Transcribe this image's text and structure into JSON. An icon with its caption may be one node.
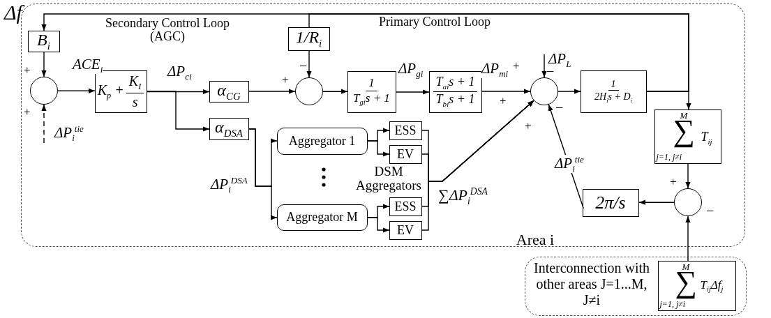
{
  "diagram": {
    "nodes": [
      {
        "text": [
          "Area i"
        ]
      },
      {
        "text": [
          "Interconnection with other areas J=1...M, J≠i"
        ]
      },
      {
        "text": [
          "B$_{i}$"
        ],
        "in": 0
      },
      {
        "text": [],
        "shape": "circle",
        "in": 0
      },
      {
        "text": [
          "K$_{p}$ +",
          "K$_{I}$",
          "s"
        ],
        "in": 0
      },
      {
        "text": [
          "α$_{CG}$"
        ],
        "in": 0
      },
      {
        "text": [
          "α$_{DSA}$"
        ],
        "in": 0
      },
      {
        "text": [],
        "shape": "circle",
        "in": 0
      },
      {
        "text": [
          "1/R$_{i}$"
        ],
        "in": 0
      },
      {
        "text": [
          "1",
          "T$_{gi}$s + 1"
        ],
        "in": 0
      },
      {
        "text": [
          "T$_{ai}$s + 1",
          "T$_{bi}$s + 1"
        ],
        "in": 0
      },
      {
        "text": [],
        "shape": "circle",
        "in": 0
      },
      {
        "text": [
          "Aggregator 1"
        ],
        "in": 0
      },
      {
        "text": [
          "ESS"
        ],
        "in": 0
      },
      {
        "text": [
          "EV"
        ],
        "in": 0
      },
      {
        "text": [
          "Aggregator M"
        ],
        "in": 0
      },
      {
        "text": [
          "ESS"
        ],
        "in": 0
      },
      {
        "text": [
          "EV"
        ],
        "in": 0
      },
      {
        "text": [
          "1",
          "2H$_{i}$s + D$_{i}$"
        ],
        "in": 0
      },
      {
        "text": [
          "M",
          "∑",
          "T$_{ij}$",
          "j=1, j≠i"
        ],
        "in": 0
      },
      {
        "text": [],
        "shape": "circle",
        "in": 0
      },
      {
        "text": [
          "2π/s"
        ],
        "in": 0
      },
      {
        "text": [
          "M",
          "∑",
          "T$_{ij}$Δf$_{j}$",
          "j=1, j≠i"
        ],
        "in": 1
      }
    ],
    "edges": [
      {
        "from": 18,
        "to": 2,
        "arrow": "to"
      },
      {
        "from": 18,
        "to": 8,
        "arrow": "none"
      },
      {
        "from": 18,
        "to": 19,
        "arrow": "to"
      },
      {
        "from": 2,
        "to": 3,
        "arrow": "to"
      },
      {
        "from": null,
        "to": 3,
        "arrow": "to",
        "style": "dashed",
        "label": "ΔP$_{i}$$^{tie}$"
      },
      {
        "from": 3,
        "to": 4,
        "arrow": "to",
        "label": "ACE$_{i}$"
      },
      {
        "from": 4,
        "to": 5,
        "arrow": "to",
        "label": "ΔP$_{ci}$"
      },
      {
        "from": 4,
        "to": 6,
        "arrow": "to"
      },
      {
        "from": 5,
        "to": 7,
        "arrow": "to"
      },
      {
        "from": 8,
        "to": 7,
        "arrow": "to"
      },
      {
        "from": 7,
        "to": 9,
        "arrow": "to"
      },
      {
        "from": 9,
        "to": 10,
        "arrow": "to",
        "label": "ΔP$_{gi}$"
      },
      {
        "from": 10,
        "to": 11,
        "arrow": "to",
        "label": "ΔP$_{mi}$"
      },
      {
        "from": null,
        "to": 11,
        "arrow": "to",
        "label": "ΔP$_{L}$"
      },
      {
        "from": 6,
        "to": 12,
        "arrow": "to",
        "label": "ΔP$_{i}$$^{DSA}$"
      },
      {
        "from": 6,
        "to": 15,
        "arrow": "to"
      },
      {
        "from": 12,
        "to": 13,
        "arrow": "to"
      },
      {
        "from": 12,
        "to": 14,
        "arrow": "to"
      },
      {
        "from": 15,
        "to": 16,
        "arrow": "to"
      },
      {
        "from": 15,
        "to": 17,
        "arrow": "to"
      },
      {
        "from": 13,
        "to": 11,
        "arrow": "to"
      },
      {
        "from": 14,
        "to": 11,
        "arrow": "to"
      },
      {
        "from": 16,
        "to": 11,
        "arrow": "to"
      },
      {
        "from": 17,
        "to": 11,
        "arrow": "to"
      },
      {
        "from": 11,
        "to": 18,
        "arrow": "to"
      },
      {
        "from": 21,
        "to": 11,
        "arrow": "to",
        "label": "ΔP$_{i}$$^{tie}$"
      },
      {
        "from": 19,
        "to": 20,
        "arrow": "to"
      },
      {
        "from": 20,
        "to": 21,
        "arrow": "to"
      },
      {
        "from": 22,
        "to": 20,
        "arrow": "to"
      }
    ],
    "labels": [
      "Δf",
      "Secondary Control Loop (AGC)",
      "Primary Control Loop",
      "+",
      "+",
      "+",
      "−",
      "+",
      "−",
      "+",
      "−",
      "+",
      "DSM Aggregators",
      "∑ΔP$_{i}$$^{DSA}$",
      "+",
      "−"
    ]
  }
}
